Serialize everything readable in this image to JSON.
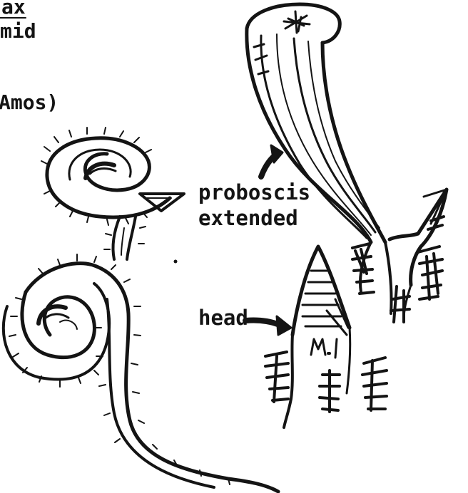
{
  "header_fragment": {
    "line1": "ax",
    "line2": "mid",
    "line3": "Amos)"
  },
  "labels": {
    "proboscis_line1": "proboscis",
    "proboscis_line2": "extended",
    "head": "head"
  },
  "colors": {
    "ink": "#141414",
    "paper": "#ffffff"
  }
}
